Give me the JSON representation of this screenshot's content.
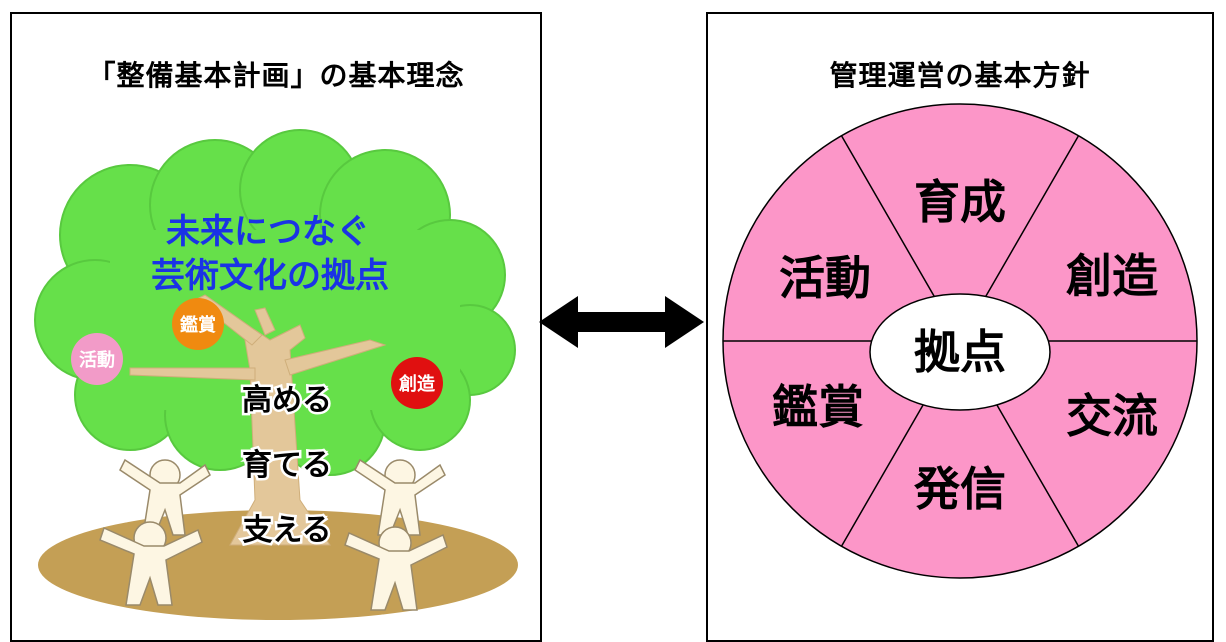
{
  "left": {
    "title": "「整備基本計画」の基本理念",
    "tree_headline_line1": "未来につなぐ",
    "tree_headline_line2": "芸術文化の拠点",
    "badges": {
      "kansho": "鑑賞",
      "katsudo": "活動",
      "sozo": "創造"
    },
    "verbs": {
      "takameru": "高める",
      "sodateru": "育てる",
      "sasaeru": "支える"
    }
  },
  "right": {
    "title": "管理運営の基本方針",
    "center": "拠点",
    "segments": {
      "top": "育成",
      "upper_right": "創造",
      "lower_right": "交流",
      "bottom": "発信",
      "lower_left": "鑑賞",
      "upper_left": "活動"
    }
  },
  "colors": {
    "foliage": "#66e04a",
    "trunk": "#e3c79a",
    "ground": "#c49f55",
    "people": "#fdf6e3",
    "headline": "#1a33e6",
    "badge_kansho": "#f08a10",
    "badge_katsudo": "#f29bc8",
    "badge_sozo": "#e01010",
    "wheel": "#fc96c8",
    "arrow": "#000000"
  }
}
